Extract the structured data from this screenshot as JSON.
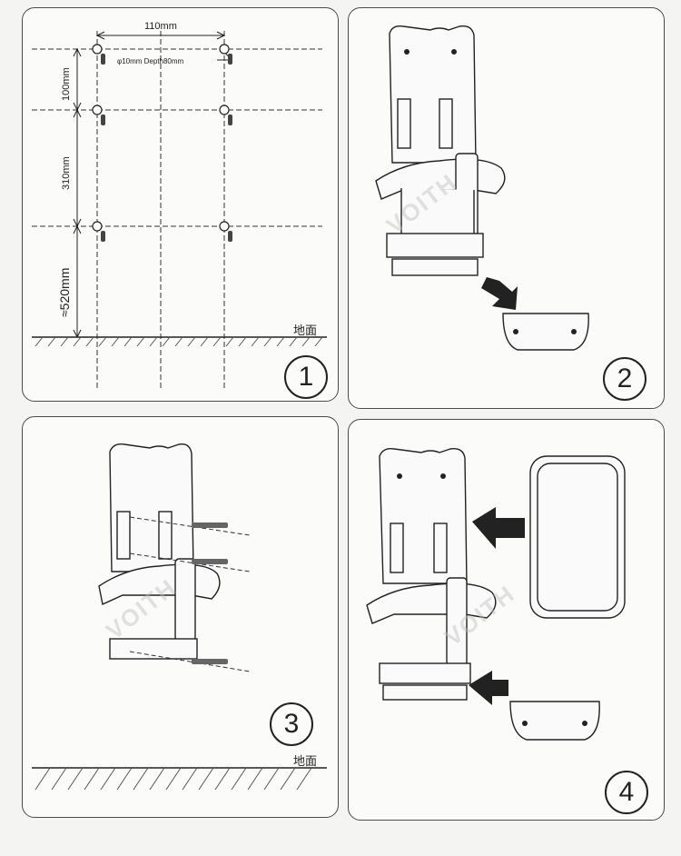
{
  "panel1": {
    "dim_width": "110mm",
    "dim_first_gap": "100mm",
    "dim_second_gap": "310mm",
    "dim_floor_gap": "≈520mm",
    "drill_note": "φ10mm Depth80mm",
    "ground_label": "地面",
    "step": "1"
  },
  "panel2": {
    "watermark": "VOITH",
    "step": "2"
  },
  "panel3": {
    "watermark": "VOITH",
    "ground_label": "地面",
    "step": "3"
  },
  "panel4": {
    "watermark": "VOITH",
    "step": "4"
  },
  "colors": {
    "line": "#2a2a2a",
    "background": "#fbfbfa",
    "watermark": "#bebebe"
  }
}
